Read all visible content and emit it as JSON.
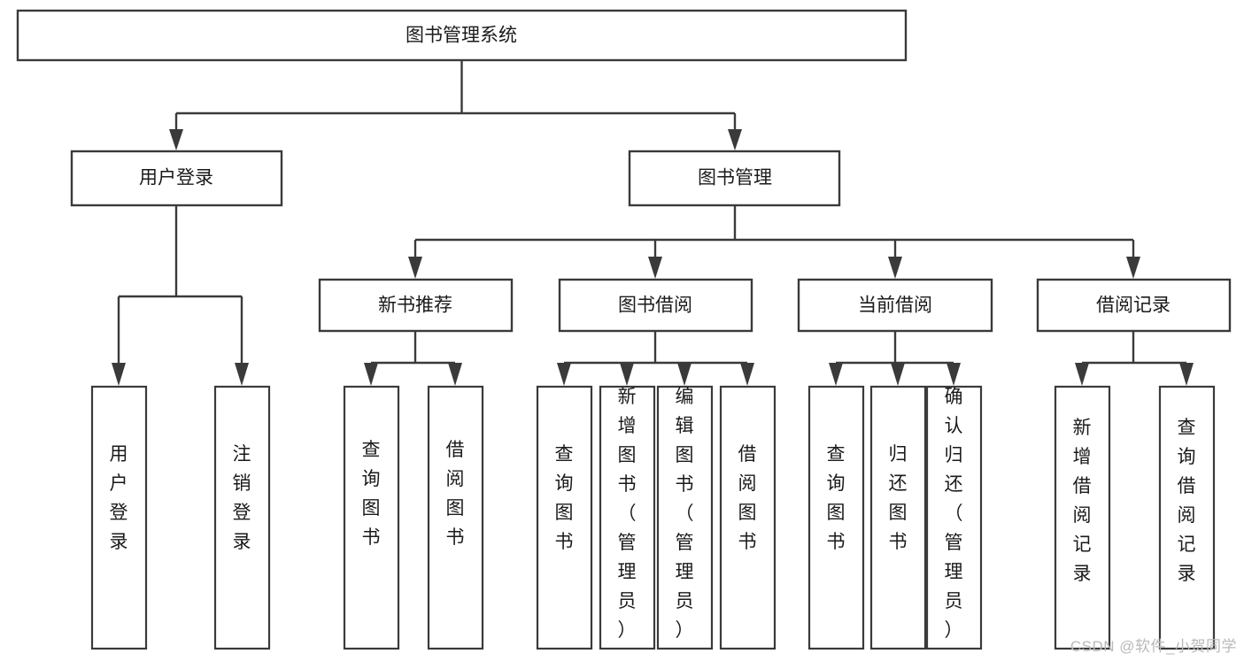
{
  "diagram": {
    "type": "tree",
    "title": "图书管理系统",
    "watermark": "CSDN @软件_小贺同学",
    "root": {
      "id": "root",
      "label": "图书管理系统"
    },
    "level2": [
      {
        "id": "user-login",
        "label": "用户登录"
      },
      {
        "id": "book-manage",
        "label": "图书管理"
      }
    ],
    "level3": [
      {
        "id": "new-book-recommend",
        "label": "新书推荐",
        "parent": "book-manage"
      },
      {
        "id": "book-borrow",
        "label": "图书借阅",
        "parent": "book-manage"
      },
      {
        "id": "current-borrow",
        "label": "当前借阅",
        "parent": "book-manage"
      },
      {
        "id": "borrow-record",
        "label": "借阅记录",
        "parent": "book-manage"
      }
    ],
    "leaves": {
      "user-login": [
        {
          "id": "leaf-user-login",
          "label": "用户登录"
        },
        {
          "id": "leaf-user-logout",
          "label": "注销登录"
        }
      ],
      "new-book-recommend": [
        {
          "id": "leaf-query-book-1",
          "label": "查询图书"
        },
        {
          "id": "leaf-borrow-book-1",
          "label": "借阅图书"
        }
      ],
      "book-borrow": [
        {
          "id": "leaf-query-book-2",
          "label": "查询图书"
        },
        {
          "id": "leaf-add-book",
          "label": "新增图书（管理员）"
        },
        {
          "id": "leaf-edit-book",
          "label": "编辑图书（管理员）"
        },
        {
          "id": "leaf-borrow-book-2",
          "label": "借阅图书"
        }
      ],
      "current-borrow": [
        {
          "id": "leaf-query-book-3",
          "label": "查询图书"
        },
        {
          "id": "leaf-return-book",
          "label": "归还图书"
        },
        {
          "id": "leaf-confirm-return",
          "label": "确认归还（管理员）"
        }
      ],
      "borrow-record": [
        {
          "id": "leaf-add-record",
          "label": "新增借阅记录"
        },
        {
          "id": "leaf-query-record",
          "label": "查询借阅记录"
        }
      ]
    },
    "colors": {
      "stroke": "#3a3a3a",
      "fill": "#ffffff",
      "text": "#1a1a1a",
      "watermark": "#b9b9b9"
    }
  }
}
